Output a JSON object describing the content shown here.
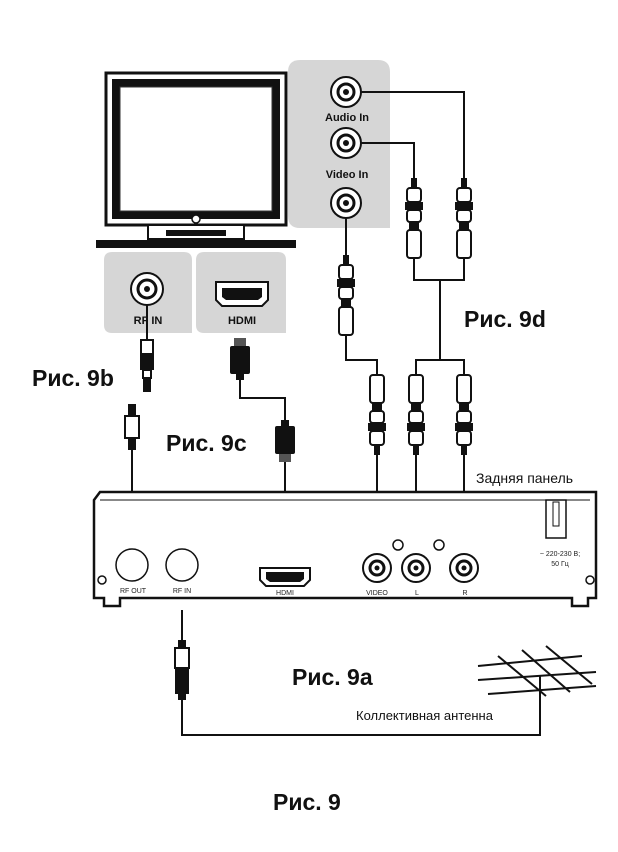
{
  "tv_panel": {
    "audio_in_label": "Audio In",
    "video_in_label": "Video In",
    "rf_in_label": "RF IN",
    "hdmi_label": "HDMI"
  },
  "figure_labels": {
    "fig_9a": "Рис. 9a",
    "fig_9b": "Рис. 9b",
    "fig_9c": "Рис. 9c",
    "fig_9d": "Рис. 9d",
    "fig_main": "Рис. 9"
  },
  "receiver": {
    "rear_panel_label": "Задняя панель",
    "ports": {
      "rf_out": "RF OUT",
      "rf_in": "RF IN",
      "hdmi": "HDMI",
      "video": "VIDEO",
      "left": "L",
      "right": "R"
    },
    "power_line1": "~ 220-230 В;",
    "power_line2": "50 Гц"
  },
  "antenna_label": "Коллективная антенна"
}
